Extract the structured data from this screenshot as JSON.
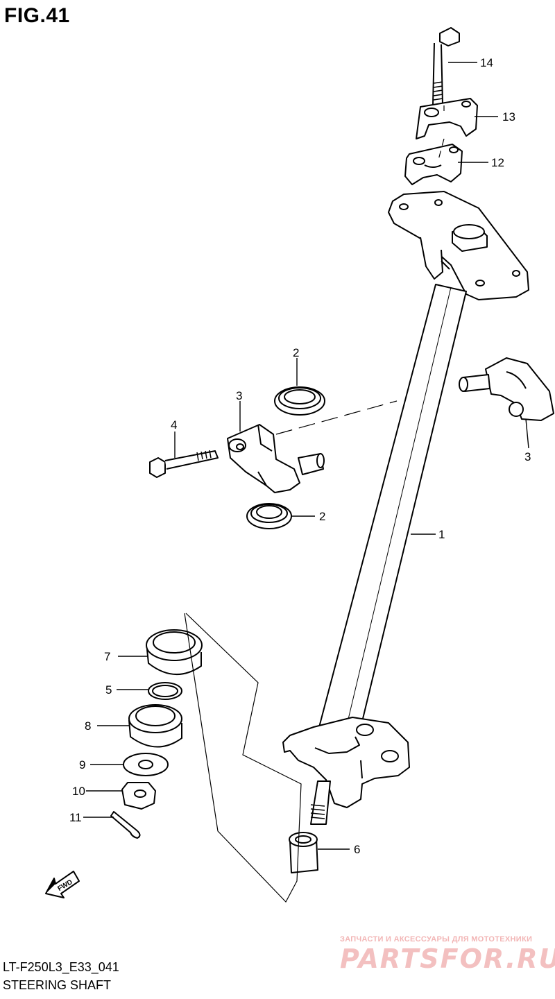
{
  "figure": {
    "title": "FIG.41",
    "code": "LT-F250L3_E33_041",
    "name": "STEERING SHAFT"
  },
  "callouts": [
    {
      "label": "14"
    },
    {
      "label": "13"
    },
    {
      "label": "12"
    },
    {
      "label": "2"
    },
    {
      "label": "3"
    },
    {
      "label": "4"
    },
    {
      "label": "3"
    },
    {
      "label": "2"
    },
    {
      "label": "1"
    },
    {
      "label": "7"
    },
    {
      "label": "5"
    },
    {
      "label": "8"
    },
    {
      "label": "9"
    },
    {
      "label": "10"
    },
    {
      "label": "11"
    },
    {
      "label": "6"
    }
  ],
  "fwd_badge": "FWD",
  "watermark": {
    "tagline": "ЗАПЧАСТИ И АКСЕССУАРЫ ДЛЯ МОТОТЕХНИКИ",
    "brand": "PARTSFOR.RU"
  },
  "colors": {
    "line": "#000000",
    "watermark": "#f3c0c0",
    "background": "#ffffff"
  }
}
